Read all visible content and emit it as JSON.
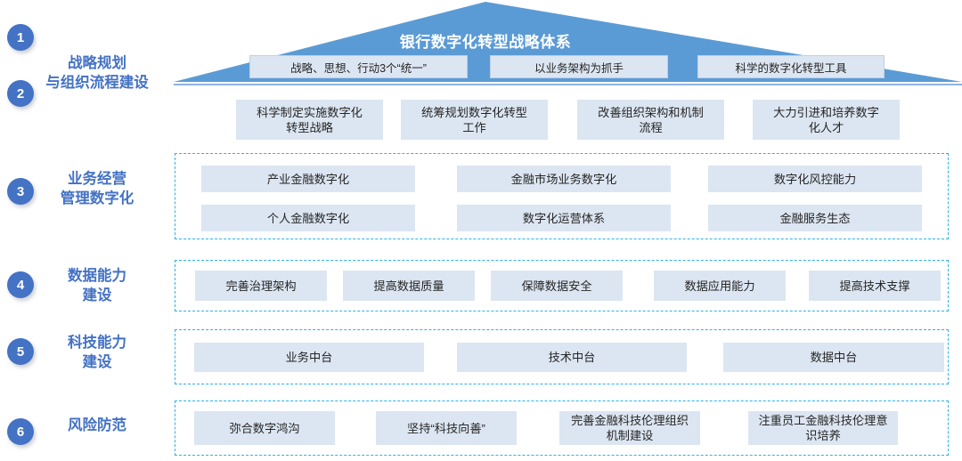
{
  "title": "银行数字化转型战略体系",
  "colors": {
    "roof_blue": "#5B9BD5",
    "badge_blue": "#4472C4",
    "label_blue": "#4472C4",
    "cell_fill": "#DCE6F2",
    "dashed_border": "#2BB3E8"
  },
  "rail": [
    {
      "num": "1",
      "label": ""
    },
    {
      "num": "2",
      "label": ""
    },
    {
      "num": "3",
      "label": ""
    },
    {
      "num": "4",
      "label": ""
    },
    {
      "num": "5",
      "label": ""
    },
    {
      "num": "6",
      "label": ""
    }
  ],
  "rail_labels": {
    "strategy_line1": "战略规划",
    "strategy_line2": "与组织流程建设",
    "business_line1": "业务经营",
    "business_line2": "管理数字化",
    "data_line1": "数据能力",
    "data_line2": "建设",
    "tech_line1": "科技能力",
    "tech_line2": "建设",
    "risk_line1": "风险防范"
  },
  "roof_chips": [
    "战略、思想、行动3个“统一”",
    "以业务架构为抓手",
    "科学的数字化转型工具"
  ],
  "row_strategy": [
    "科学制定实施数字化\n转型战略",
    "统筹规划数字化转型\n工作",
    "改善组织架构和机制\n流程",
    "大力引进和培养数字\n化人才"
  ],
  "row_business": [
    "产业金融数字化",
    "金融市场业务数字化",
    "数字化风控能力",
    "个人金融数字化",
    "数字化运营体系",
    "金融服务生态"
  ],
  "row_data": [
    "完善治理架构",
    "提高数据质量",
    "保障数据安全",
    "数据应用能力",
    "提高技术支撑"
  ],
  "row_tech": [
    "业务中台",
    "技术中台",
    "数据中台"
  ],
  "row_risk": [
    "弥合数字鸿沟",
    "坚持“科技向善”",
    "完善金融科技伦理组织\n机制建设",
    "注重员工金融科技伦理意\n识培养"
  ]
}
